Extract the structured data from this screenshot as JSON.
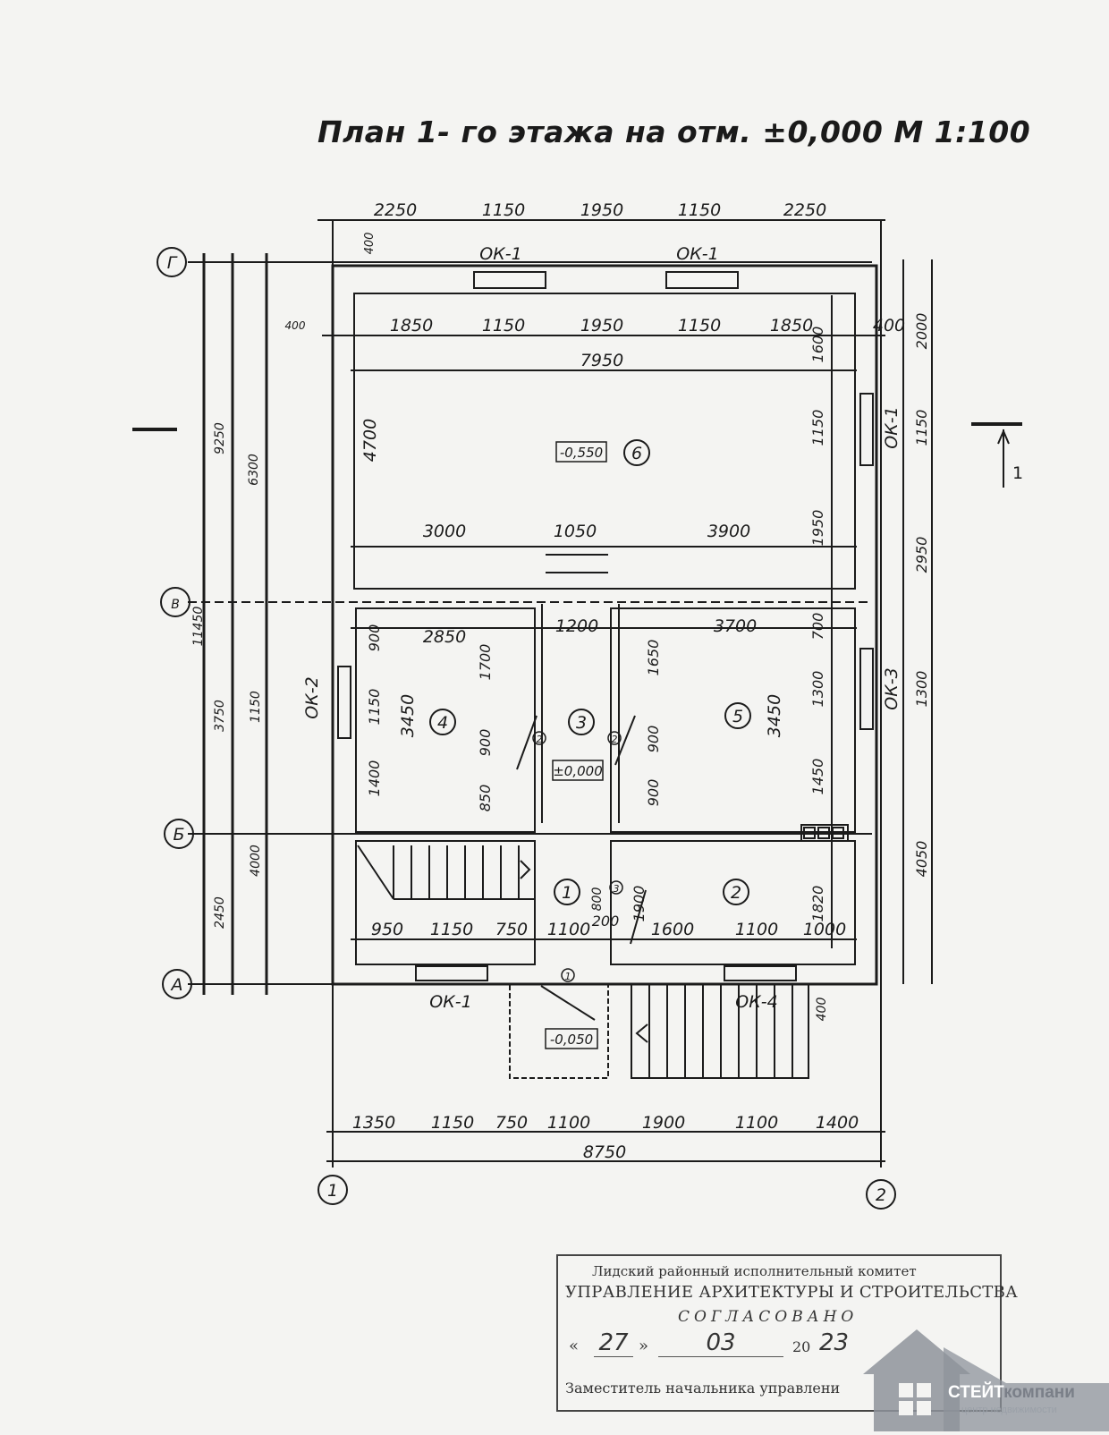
{
  "title": "План 1- го этажа на отм. ±0,000   М 1:100",
  "axes": {
    "row_g": "Г",
    "row_v": "В",
    "row_b": "Б",
    "row_a": "А",
    "col_1": "1",
    "col_2": "2"
  },
  "dims": {
    "top_outer": [
      "2250",
      "1150",
      "1950",
      "1150",
      "2250"
    ],
    "top_inner": [
      "1850",
      "1150",
      "1950",
      "1150",
      "1850"
    ],
    "room6_width": "7950",
    "top_offset": "400",
    "left_offset": "400",
    "mid_row": [
      "3000",
      "1050",
      "3900"
    ],
    "row_rooms": [
      "2850",
      "1200",
      "3700"
    ],
    "low_row": [
      "950",
      "1150",
      "750",
      "1100",
      "200",
      "1600",
      "1100",
      "1000"
    ],
    "bottom_row": [
      "1350",
      "1150",
      "750",
      "1100",
      "1900",
      "1100",
      "1400"
    ],
    "bottom_total": "8750",
    "left_chain_total": "11450",
    "left_chain": [
      "9250",
      "6300",
      "3750",
      "1150",
      "2450",
      "4000"
    ],
    "room6_h": "4700",
    "room4_h": [
      "900",
      "1150",
      "1400"
    ],
    "room4_d": "3450",
    "door_side_1": [
      "1700",
      "900",
      "850"
    ],
    "door_side_2": [
      "1650",
      "900",
      "900"
    ],
    "room5_d": "3450",
    "right_inner": [
      "1600",
      "1150",
      "1950",
      "700",
      "1300",
      "1450",
      "1820"
    ],
    "right_outer": [
      "400",
      "2000",
      "1150",
      "2950",
      "1300",
      "4050"
    ],
    "room1_small": [
      "800",
      "1900"
    ],
    "bottom_offset": "400"
  },
  "windows": {
    "ok1": "ОК-1",
    "ok2": "ОК-2",
    "ok3": "ОК-3",
    "ok4": "ОК-4"
  },
  "rooms": {
    "r1": "1",
    "r2": "2",
    "r3": "3",
    "r4": "4",
    "r5": "5",
    "r6": "6",
    "d2": "2",
    "d1": "1",
    "d3": "3"
  },
  "levels": {
    "room6": "-0,550",
    "room3": "±0,000",
    "porch": "-0,050"
  },
  "section": "1",
  "stamp": {
    "line1": "Лидский районный исполнительный комитет",
    "line2": "УПРАВЛЕНИЕ АРХИТЕКТУРЫ И СТРОИТЕЛЬСТВА",
    "line3": "СОГЛАСОВАНО",
    "quote_open": "«",
    "day": "27",
    "quote_close": "»",
    "month": "03",
    "year_prefix": "20",
    "year": "23",
    "line5": "Заместитель начальника управлени"
  },
  "logo": {
    "part1": "СТЕЙТ",
    "part2": "компани",
    "subtitle": "центр недвижимости"
  },
  "colors": {
    "ink": "#1b1b1b",
    "paper": "#f4f4f2",
    "logo_gray": "#8e939b"
  }
}
